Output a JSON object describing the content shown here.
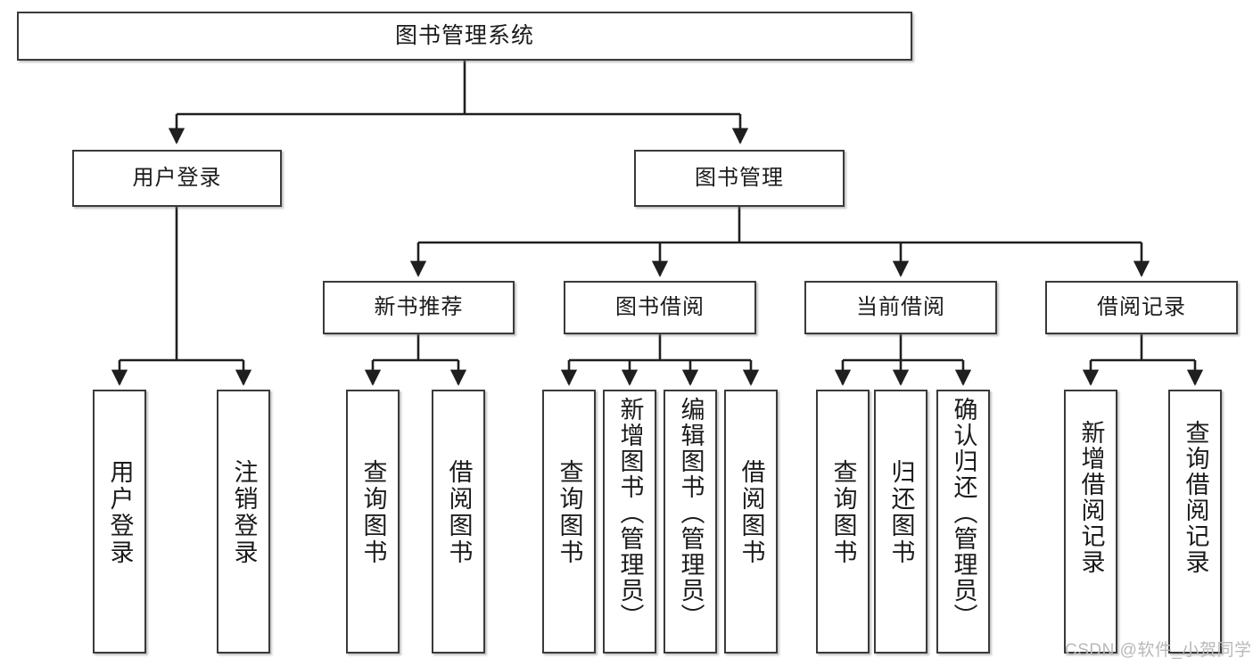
{
  "diagram": {
    "title": "图书管理系统",
    "type": "tree-hierarchy-diagram",
    "colors": {
      "box_border": "#3a3a3a",
      "box_fill": "#ffffff",
      "line": "#1f1f1f",
      "text": "#1b1b1b",
      "watermark": "#b9b9b9",
      "background": "#ffffff"
    },
    "nodes": {
      "root": {
        "label": "图书管理系统"
      },
      "level2": [
        {
          "label": "用户登录"
        },
        {
          "label": "图书管理"
        }
      ],
      "level3": [
        {
          "label": "新书推荐"
        },
        {
          "label": "图书借阅"
        },
        {
          "label": "当前借阅"
        },
        {
          "label": "借阅记录"
        }
      ],
      "leaves": {
        "user_login": [
          {
            "label": "用户登录"
          },
          {
            "label": "注销登录"
          }
        ],
        "new_book": [
          {
            "label": "查询图书"
          },
          {
            "label": "借阅图书"
          }
        ],
        "book_borrow": [
          {
            "label": "查询图书"
          },
          {
            "label": "新增图书（管理员）"
          },
          {
            "label": "编辑图书（管理员）"
          },
          {
            "label": "借阅图书"
          }
        ],
        "current_borrow": [
          {
            "label": "查询图书"
          },
          {
            "label": "归还图书"
          },
          {
            "label": "确认归还（管理员）"
          }
        ],
        "borrow_record": [
          {
            "label": "新增借阅记录"
          },
          {
            "label": "查询借阅记录"
          }
        ]
      }
    }
  },
  "watermark": {
    "text": "CSDN @软件_小贺同学"
  }
}
